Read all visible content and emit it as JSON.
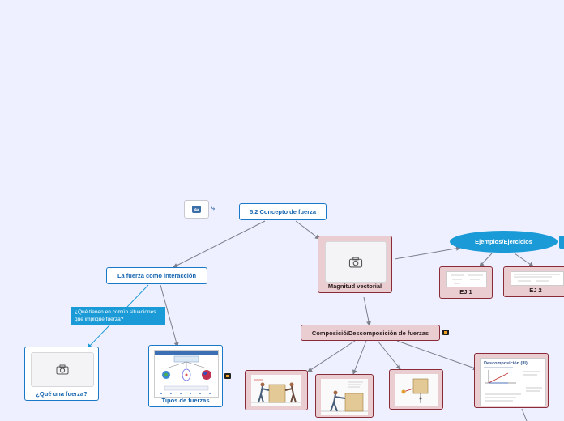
{
  "nodes": {
    "root": "5.2 Concepto de fuerza",
    "interaccion": "La fuerza como interacción",
    "que_fuerza": "¿Qué una fuerza?",
    "tipos": "Tipos de fuerzas",
    "vectorial": "Magnitud vectorial",
    "ejemplos": "Ejemplos/Ejercicios",
    "ej1": "EJ 1",
    "ej2": "EJ 2",
    "composicion": "Composició/Descomposición de fuerzas"
  },
  "callout": "¿Qué tienen en común situaciones que implique fuerza?",
  "thumbs": {
    "descomp_title": "Descomposición (III)"
  },
  "colors": {
    "background": "#eef0ff",
    "blue_border": "#1a78c8",
    "pink_fill": "#e9cdd1",
    "pink_border": "#8a2b3a",
    "accent": "#1a9ad6"
  },
  "icons": [
    "back-arrow-icon",
    "camera-icon",
    "note-flag-icon",
    "link-icon"
  ]
}
